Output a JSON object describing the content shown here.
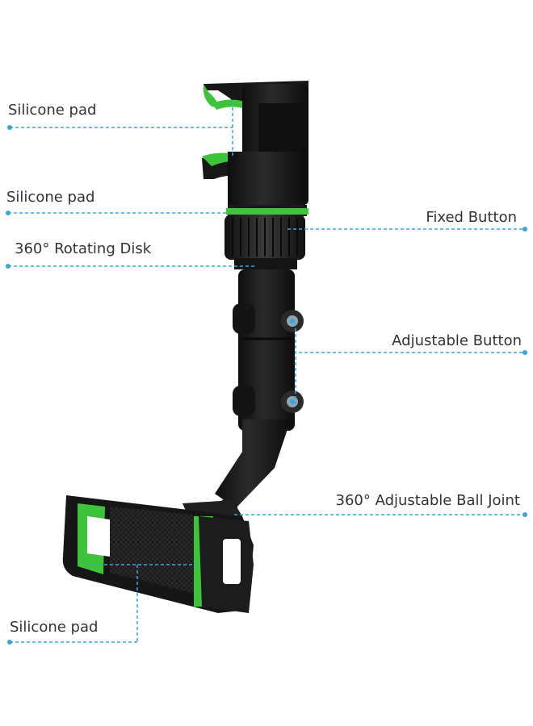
{
  "callouts": {
    "top_silicone_pad": "Silicone pad",
    "mid_silicone_pad": "Silicone pad",
    "rotating_disk": "360° Rotating Disk",
    "fixed_button": "Fixed Button",
    "adjustable_button": "Adjustable Button",
    "ball_joint": "360° Adjustable Ball Joint",
    "bottom_silicone_pad": "Silicone pad"
  },
  "colors": {
    "leader_line": "#3aa6d8",
    "body": "#1b1b1b",
    "accent": "#3ec43a",
    "text": "#333333"
  },
  "icons": [
    "phone-holder-illustration",
    "callout-dot"
  ]
}
